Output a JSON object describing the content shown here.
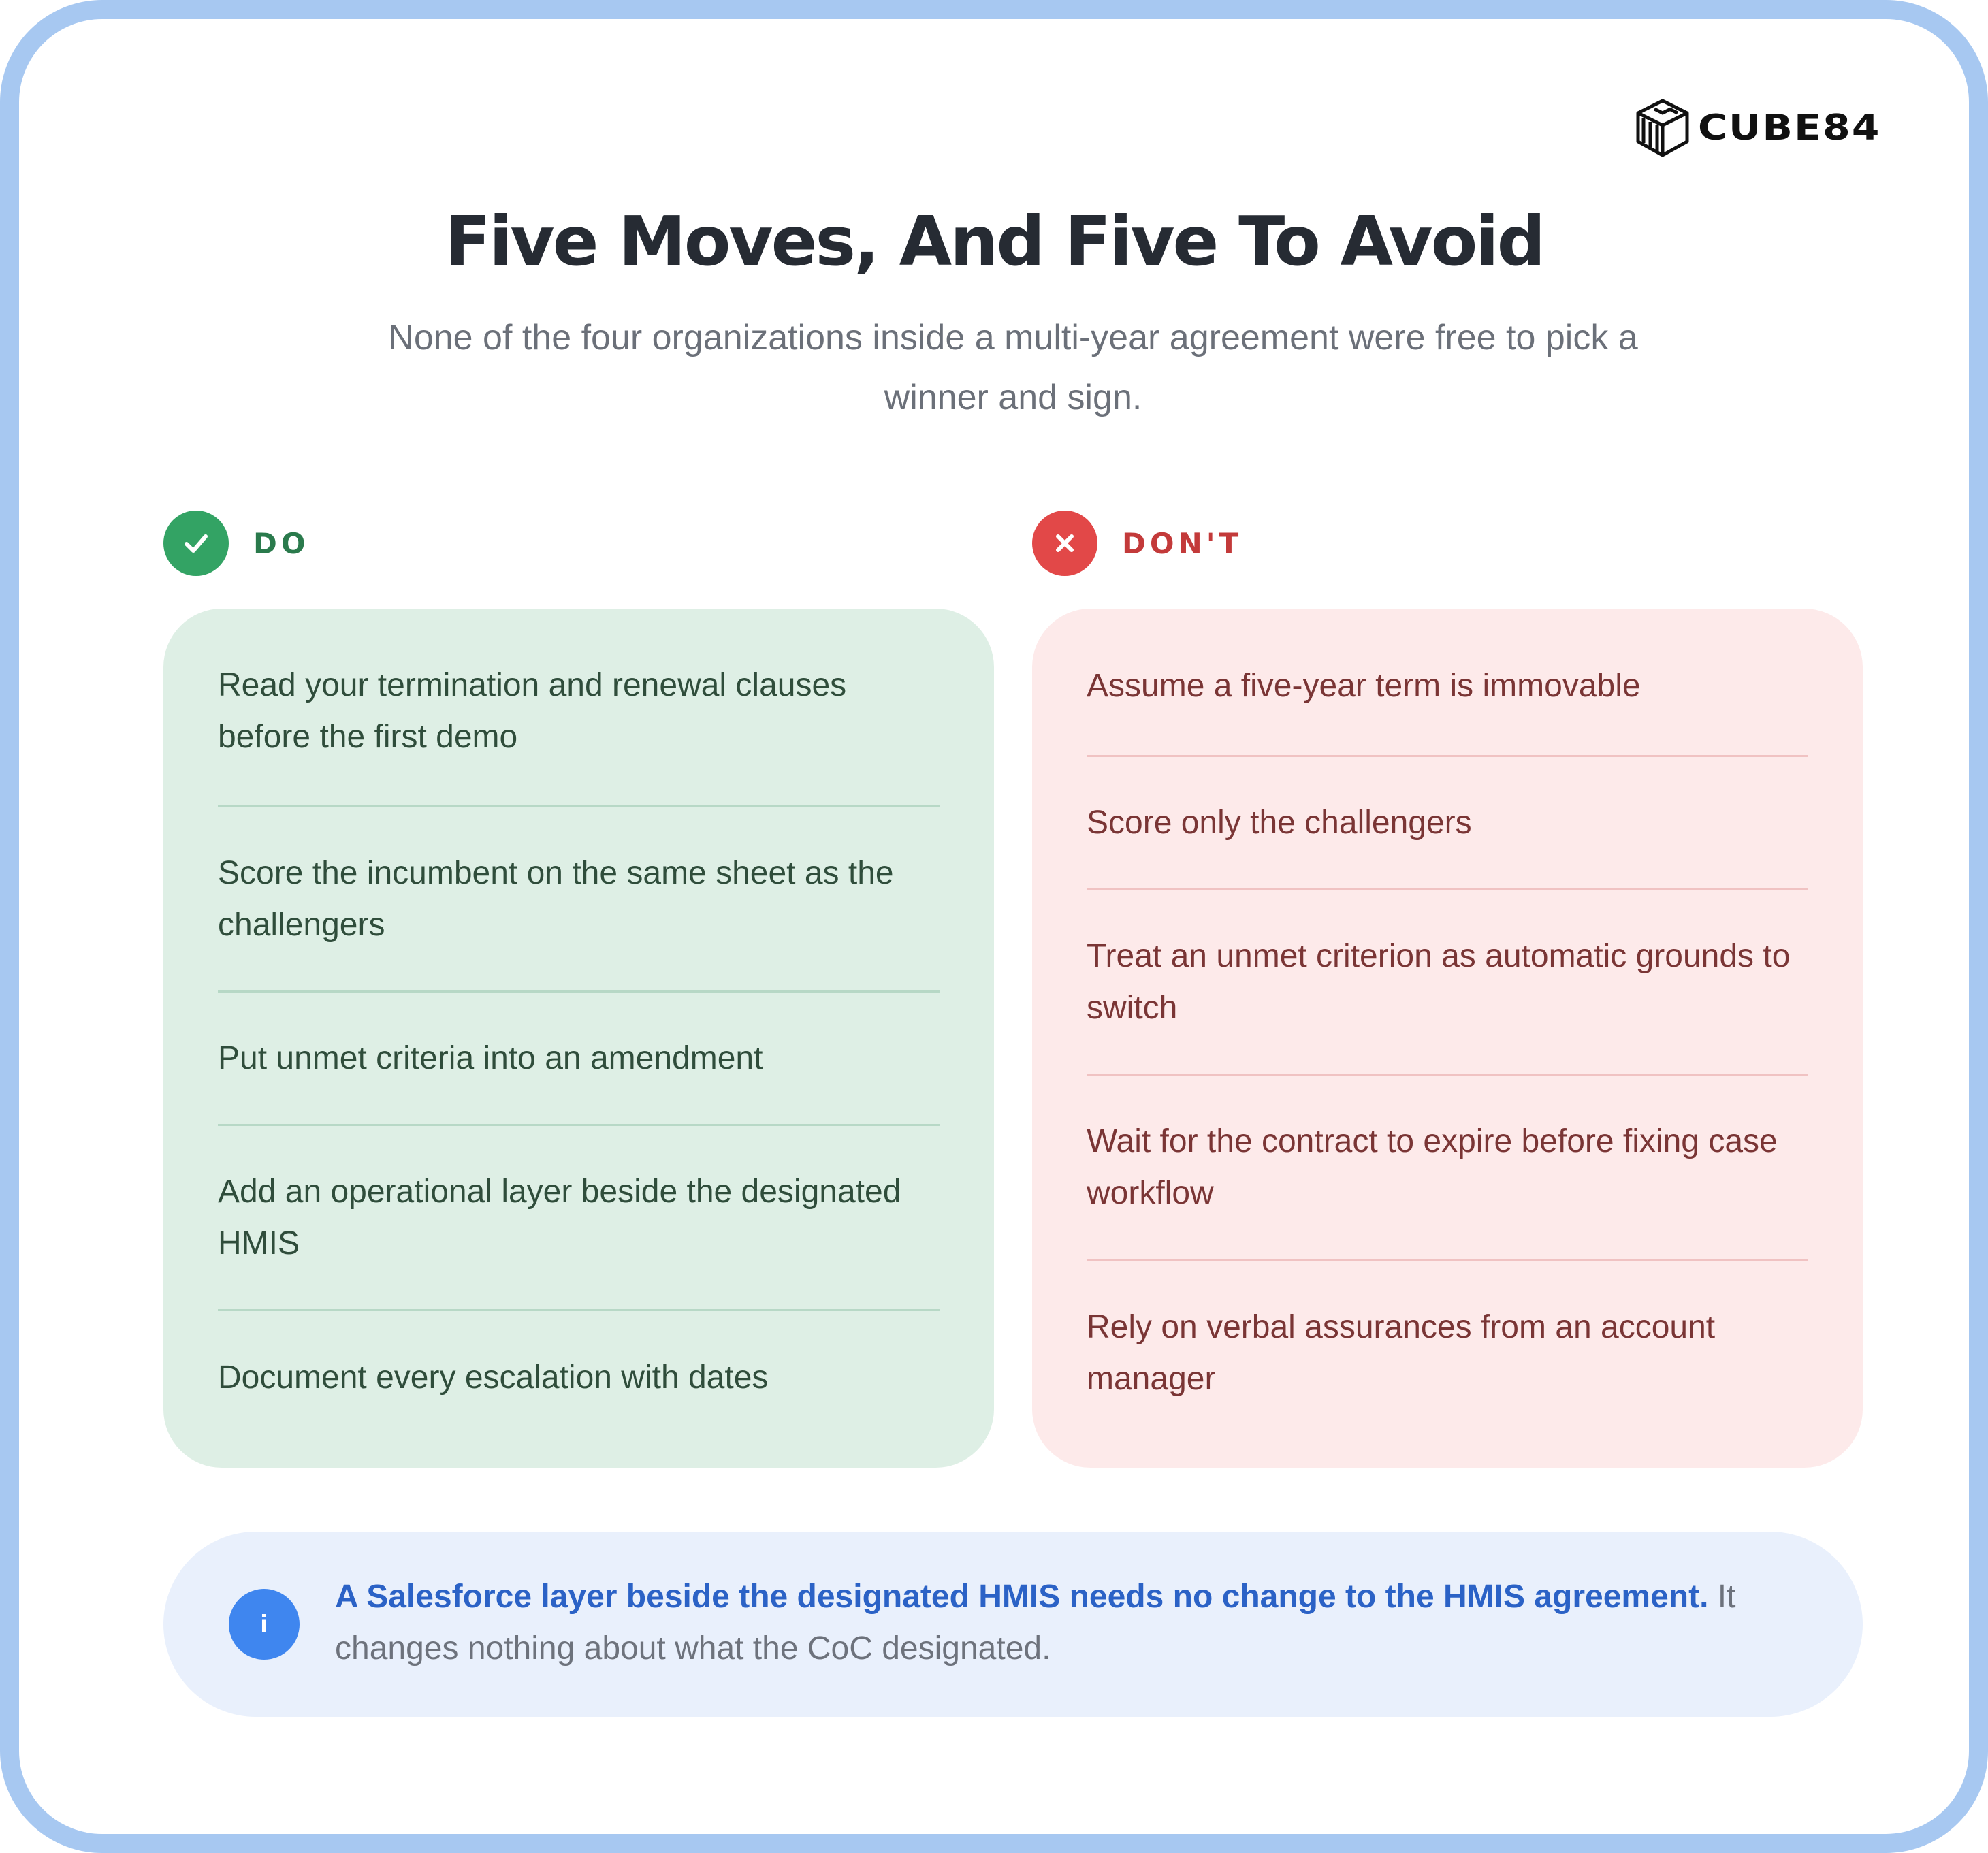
{
  "brand": {
    "name": "CUBE84"
  },
  "header": {
    "title": "Five Moves, And Five To Avoid",
    "subtitle": "None of the four organizations inside a multi-year agreement were free to pick a winner and sign."
  },
  "do_column": {
    "label": "DO",
    "icon": "check-icon",
    "color": "#33a364",
    "items": [
      "Read your termination and renewal clauses before the first demo",
      "Score the incumbent on the same sheet as the challengers",
      "Put unmet criteria into an amendment",
      "Add an operational layer beside the designated HMIS",
      "Document every escalation with dates"
    ]
  },
  "dont_column": {
    "label": "DON'T",
    "icon": "close-icon",
    "color": "#e24848",
    "items": [
      "Assume a five-year term is immovable",
      "Score only the challengers",
      "Treat an unmet criterion as automatic grounds to switch",
      "Wait for the contract to expire before fixing case workflow",
      "Rely on verbal assurances from an account manager"
    ]
  },
  "note": {
    "icon": "info-icon",
    "icon_glyph": "i",
    "highlight": "A Salesforce layer beside the designated HMIS needs no change to the HMIS agreement.",
    "text": " It changes nothing about what the CoC designated."
  }
}
